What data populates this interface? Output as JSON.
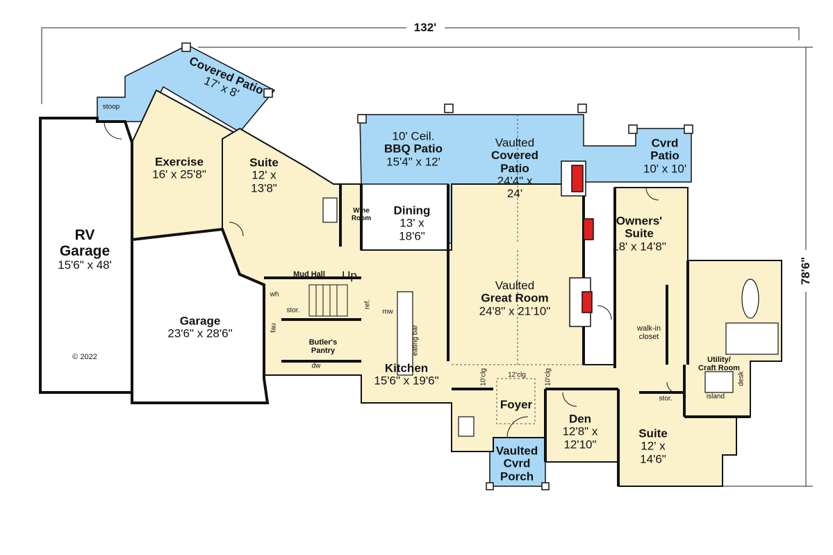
{
  "dimensions": {
    "width_total": "132'",
    "depth_total": "78'6\""
  },
  "rooms": {
    "covered_patio_nw": {
      "name": "Covered Patio",
      "dims": "17' x 8'"
    },
    "stoop": "stoop",
    "rv_garage": {
      "name1": "RV",
      "name2": "Garage",
      "dims": "15'6\" x 48'"
    },
    "copyright": "© 2022",
    "garage": {
      "name": "Garage",
      "dims": "23'6\" x 28'6\""
    },
    "exercise": {
      "name": "Exercise",
      "dims": "16' x 25'8\""
    },
    "suite_nw": {
      "name": "Suite",
      "dims1": "12' x",
      "dims2": "13'8\""
    },
    "mud_hall": "Mud Hall",
    "up": "Up",
    "stor_mud": "stor.",
    "wh": "wh",
    "fau": "fau",
    "butlers_pantry": {
      "name1": "Butler's",
      "name2": "Pantry"
    },
    "dw": "dw",
    "wine_room": {
      "name1": "Wine",
      "name2": "Room"
    },
    "bbq_patio": {
      "ceil": "10' Ceil.",
      "name": "BBQ Patio",
      "dims": "15'4\" x 12'"
    },
    "dining": {
      "name": "Dining",
      "dims1": "13' x",
      "dims2": "18'6\""
    },
    "covered_patio_main": {
      "name1": "Vaulted",
      "name2": "Covered",
      "name3": "Patio",
      "dims1": "24'4\" x",
      "dims2": "24'"
    },
    "cvrd_patio_ne": {
      "name1": "Cvrd",
      "name2": "Patio",
      "dims": "10' x 10'"
    },
    "owners_suite": {
      "name1": "Owners'",
      "name2": "Suite",
      "dims": "18' x 14'8\""
    },
    "great_room": {
      "name1": "Vaulted",
      "name2": "Great Room",
      "dims": "24'8\" x 21'10\""
    },
    "walk_in_closet": {
      "name1": "walk-in",
      "name2": "closet"
    },
    "kitchen": {
      "name": "Kitchen",
      "dims": "15'6\" x 19'6\""
    },
    "ref": "ref.",
    "mw": "mw",
    "eating_bar": "eating bar",
    "clg_left": "10'clg",
    "clg_foyer": "12'clg",
    "clg_right": "10'clg",
    "foyer": "Foyer",
    "porch": {
      "name1": "Vaulted",
      "name2": "Cvrd",
      "name3": "Porch"
    },
    "den": {
      "name": "Den",
      "dims1": "12'8\" x",
      "dims2": "12'10\""
    },
    "utility": {
      "name1": "Utility/",
      "name2": "Craft Room"
    },
    "desk": "desk",
    "island": "island",
    "stor_suite": "stor.",
    "suite_se": {
      "name": "Suite",
      "dims1": "12' x",
      "dims2": "14'6\""
    }
  },
  "colors": {
    "patio": "#a8d8f6",
    "floor": "#fbf2cc",
    "garage": "#ffffff",
    "wall": "#111111",
    "fireplace": "#e02020"
  }
}
